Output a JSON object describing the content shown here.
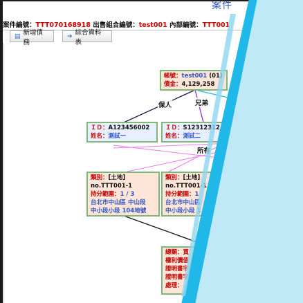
{
  "header": {
    "title": "案件",
    "case_no_label": "案件編號：",
    "case_no": "TTT070168918",
    "portfolio_label": "出售組合編號：",
    "portfolio": "test001",
    "internal_label": "內部編號：",
    "internal": "TTT001"
  },
  "toolbar": {
    "add_debt_label": "新增債務",
    "summary_label": "綜合資料表"
  },
  "debtor": {
    "account_label": "帳號：",
    "account": "test001",
    "account_suffix": "(01)",
    "amount_label": "債金：",
    "amount": "4,129,258"
  },
  "edges": {
    "guarantor": "保人",
    "sibling": "兄弟",
    "owner": "所有"
  },
  "persons": [
    {
      "id_label": "ＩＤ：",
      "id": "A123456002",
      "name_label": "姓名：",
      "name": "測試一"
    },
    {
      "id_label": "ＩＤ：",
      "id": "S12312312",
      "name_label": "姓名：",
      "name": "測試二"
    }
  ],
  "properties": [
    {
      "type_label": "類別：",
      "type": "[土地]",
      "no": "no.TTT001-1",
      "share_label": "持分範圍：",
      "share": "1 / 3",
      "addr1": "台北市中山區 中山段",
      "addr2": "中小段小段 104地號"
    },
    {
      "type_label": "類別：",
      "type": "[土地]",
      "no": "no.TTT001-1",
      "share_label": "持分範圍：",
      "share": "1",
      "addr1": "台北市中山區",
      "addr2": "中小段小段 1"
    }
  ],
  "claim": {
    "line1": "總類：買",
    "line2": "權利價值",
    "line3": "證明書字",
    "line4": "證明書字",
    "line5": "處理："
  },
  "colors": {
    "overlay_cyan": "#20b8e8",
    "overlay_light": "#bfe9f7",
    "node_border": "#7fb77b",
    "node_fill": "#fde5d8"
  }
}
